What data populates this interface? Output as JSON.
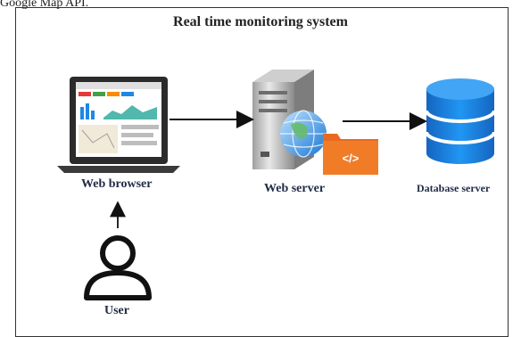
{
  "caption": "Google Map API.",
  "title": "Real time monitoring system",
  "nodes": {
    "browser": {
      "label": "Web browser",
      "icon": "laptop-icon"
    },
    "server": {
      "label": "Web server",
      "icon": "server-icon",
      "badge": "</>"
    },
    "database": {
      "label": "Database server",
      "icon": "database-icon"
    },
    "user": {
      "label": "User",
      "icon": "user-icon"
    }
  },
  "colors": {
    "arrow": "#111111",
    "database": "#1e88e5",
    "folder": "#f07c28",
    "label": "#1f2a44"
  }
}
